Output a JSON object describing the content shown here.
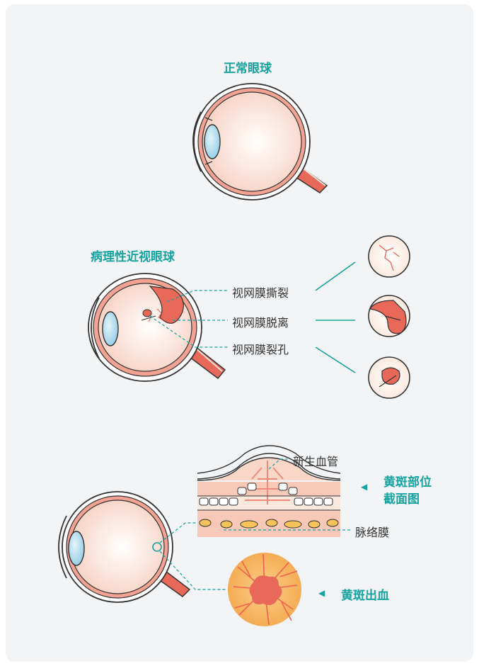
{
  "colors": {
    "accent": "#16a3a0",
    "eye_fill": "#fbe2d6",
    "blood": "#e8695a",
    "lens": "#a8d8ec",
    "macula_bg": "#f7b45c"
  },
  "sections": {
    "normal_title": "正常眼球",
    "myopia_title": "病理性近视眼球",
    "labels": {
      "tear": "视网膜撕裂",
      "detach": "视网膜脱离",
      "hole": "视网膜裂孔"
    },
    "cross_section": {
      "neovessel": "新生血管",
      "choroid": "脉络膜",
      "title_line1": "黄斑部位",
      "title_line2": "截面图"
    },
    "hemorrhage": "黄斑出血"
  },
  "icons": {
    "arrow_left": "◀"
  }
}
